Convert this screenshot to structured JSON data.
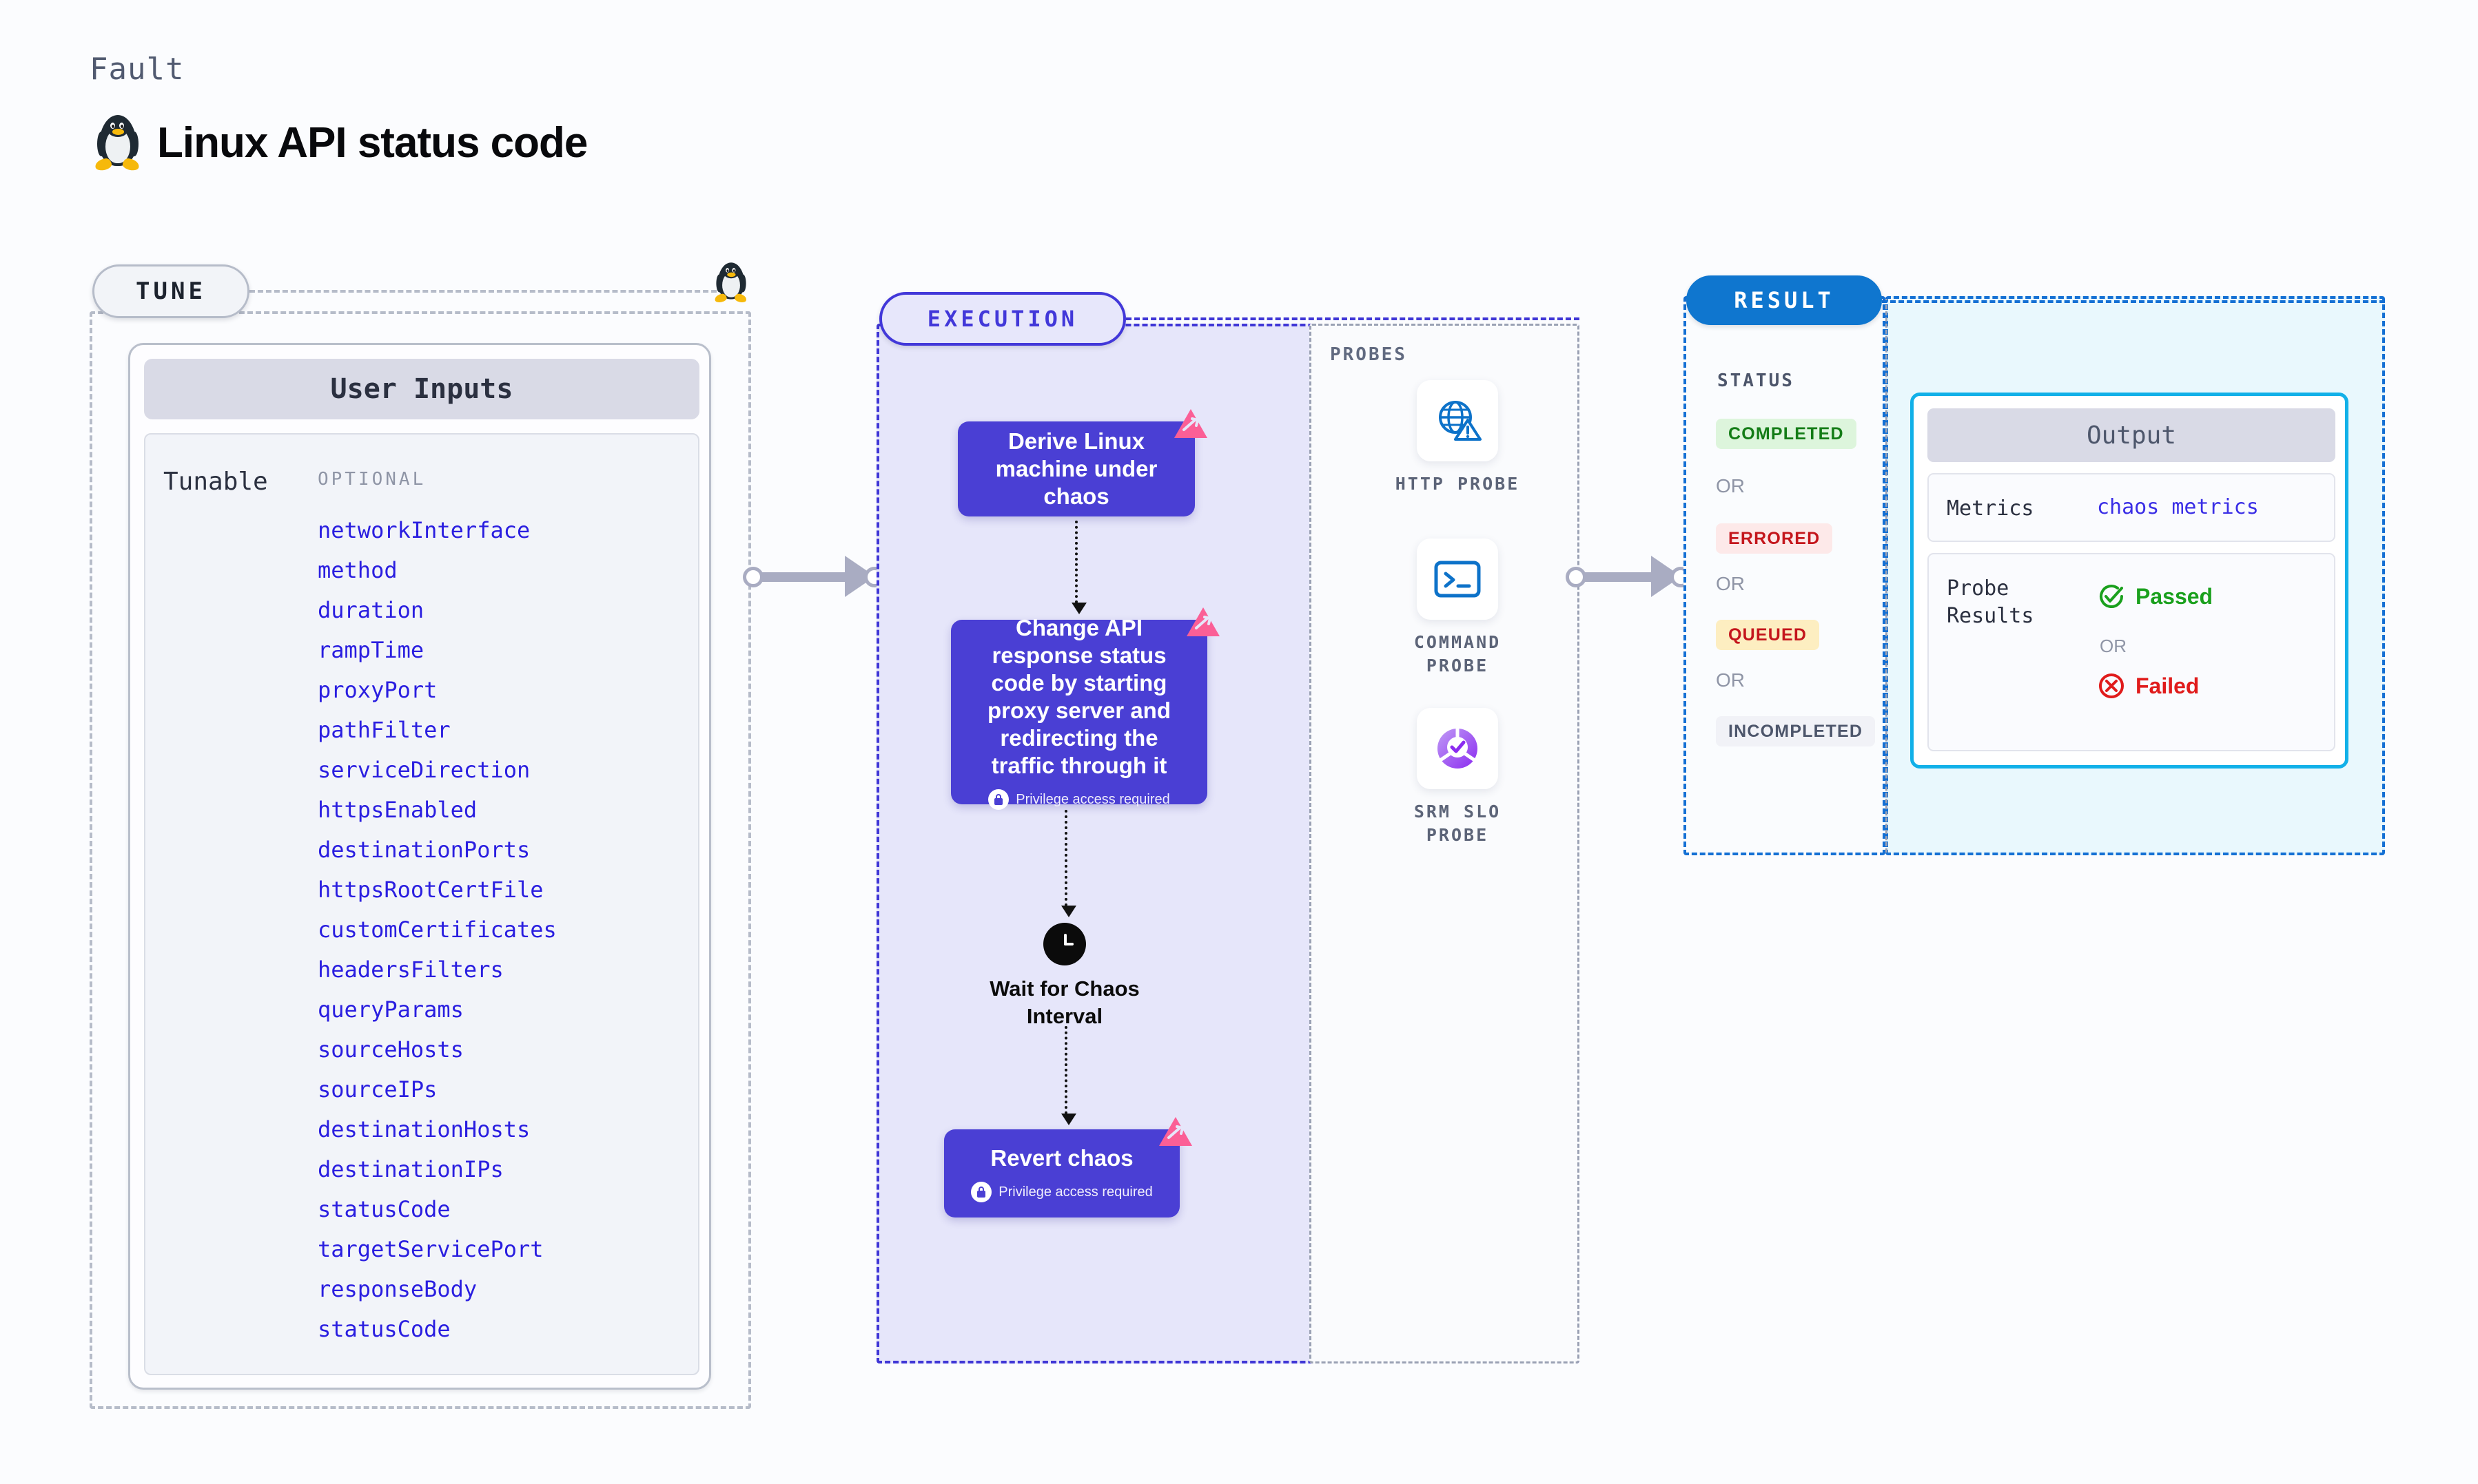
{
  "header": {
    "kicker": "Fault",
    "title": "Linux API status code",
    "logo_icon": "linux-penguin-icon"
  },
  "tune": {
    "tag": "TUNE",
    "penguin_icon": "linux-penguin-icon",
    "card_title": "User Inputs",
    "tunable_label": "Tunable",
    "optional_label": "OPTIONAL",
    "params": [
      "networkInterface",
      "method",
      "duration",
      "rampTime",
      "proxyPort",
      "pathFilter",
      "serviceDirection",
      "httpsEnabled",
      "destinationPorts",
      "httpsRootCertFile",
      "customCertificates",
      "headersFilters",
      "queryParams",
      "sourceHosts",
      "sourceIPs",
      "destinationHosts",
      "destinationIPs",
      "statusCode",
      "targetServicePort",
      "responseBody",
      "statusCode"
    ]
  },
  "execution": {
    "tag": "EXECUTION",
    "nodes": {
      "derive": {
        "text": "Derive Linux machine under chaos"
      },
      "change": {
        "text": "Change API response status code by starting proxy server and redirecting the traffic through it",
        "privilege": "Privilege access required",
        "lock_icon": "lock-icon"
      },
      "wait": {
        "text": "Wait for Chaos Interval",
        "clock_icon": "clock-icon"
      },
      "revert": {
        "text": "Revert chaos",
        "privilege": "Privilege access required",
        "lock_icon": "lock-icon"
      }
    }
  },
  "probes": {
    "title": "PROBES",
    "items": [
      {
        "label": "HTTP PROBE",
        "icon": "globe-warning-icon"
      },
      {
        "label": "COMMAND PROBE",
        "icon": "terminal-icon"
      },
      {
        "label": "SRM SLO PROBE",
        "icon": "slo-donut-check-icon"
      }
    ]
  },
  "result": {
    "tag": "RESULT",
    "status_title": "STATUS",
    "or_label": "OR",
    "statuses": [
      {
        "label": "COMPLETED",
        "bg": "#ddf5dc",
        "color": "#137c16"
      },
      {
        "label": "ERRORED",
        "bg": "#fde9e9",
        "color": "#c4161c"
      },
      {
        "label": "QUEUED",
        "bg": "#fdeec1",
        "color": "#c4161c"
      },
      {
        "label": "INCOMPLETED",
        "bg": "#f1f2f7",
        "color": "#4d566b"
      }
    ],
    "output": {
      "title": "Output",
      "metrics_key": "Metrics",
      "metrics_value": "chaos metrics",
      "probe_key": "Probe Results",
      "passed_label": "Passed",
      "failed_label": "Failed",
      "or_label": "OR",
      "passed_icon": "check-circle-icon",
      "failed_icon": "x-circle-icon"
    }
  },
  "colors": {
    "accent_purple": "#4a3fd4",
    "accent_blue": "#1470d4",
    "cyan_border": "#11b0e8",
    "param_text": "#2a1ee0",
    "badge_pink": "#fb5f96"
  }
}
